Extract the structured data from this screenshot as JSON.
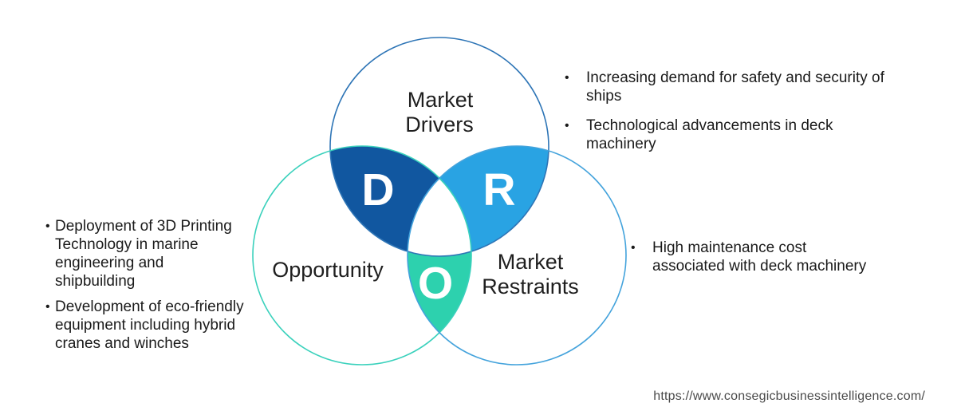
{
  "venn": {
    "drivers": {
      "label_line1": "Market",
      "label_line2": "Drivers",
      "letter": "D",
      "petal_color": "#1157A0",
      "outline_color": "#2E75B6"
    },
    "restraints": {
      "label_line1": "Market",
      "label_line2": "Restraints",
      "letter": "R",
      "petal_color": "#29A3E3",
      "outline_color": "#44A3DC"
    },
    "opportunity": {
      "label": "Opportunity",
      "letter": "O",
      "petal_color": "#2DD1AE",
      "outline_color": "#3AD1BC"
    }
  },
  "bullet_sections": {
    "drivers": {
      "items": [
        "Increasing demand for safety and security of ships",
        "Technological advancements in deck machinery"
      ]
    },
    "opportunity": {
      "items": [
        "Deployment of 3D Printing Technology in marine engineering and shipbuilding",
        "Development of eco-friendly equipment including hybrid cranes and winches"
      ]
    },
    "restraints": {
      "items": [
        "High maintenance cost associated with deck machinery"
      ]
    }
  },
  "footer": {
    "source_url": "https://www.consegicbusinessintelligence.com/"
  },
  "colors": {
    "text_dark": "#1F1F1F",
    "letter_text": "#FFFFFF",
    "url_text": "#4A4A4A",
    "background": "#FFFFFF"
  }
}
